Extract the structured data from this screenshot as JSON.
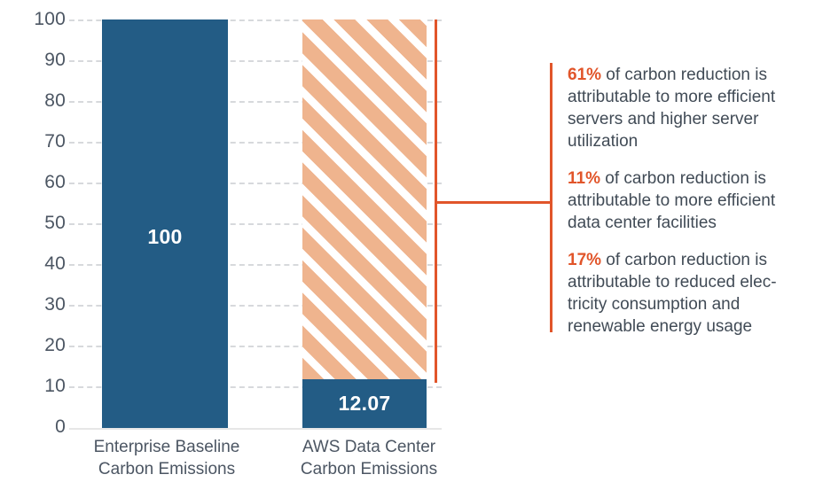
{
  "chart_data": {
    "type": "bar",
    "title": "",
    "subtitle": "",
    "xlabel": "",
    "ylabel": "",
    "ylim": [
      0,
      100
    ],
    "grid": true,
    "legend": "none",
    "categories": [
      "Enterprise Baseline\nCarbon Emissions",
      "AWS Data Center\nCarbon Emissions"
    ],
    "values": [
      100,
      12.07
    ],
    "bars": [
      {
        "category_line1": "Enterprise Baseline",
        "category_line2": "Carbon Emissions",
        "value": 100,
        "value_label": "100",
        "style": "solid",
        "color": "#235c85"
      },
      {
        "category_line1": "AWS Data Center",
        "category_line2": "Carbon Emissions",
        "value": 12.07,
        "value_label": "12.07",
        "style": "solid-with-hatched-reduction",
        "color": "#235c85",
        "reduction_from": 12.07,
        "reduction_to": 100,
        "reduction_value": 87.93,
        "reduction_color": "#efb48e"
      }
    ],
    "yticks": [
      0,
      10,
      20,
      30,
      40,
      50,
      60,
      70,
      80,
      90,
      100
    ],
    "ytick_labels": [
      "0",
      "10",
      "20",
      "30",
      "40",
      "50",
      "60",
      "70",
      "80",
      "90",
      "100"
    ],
    "annotations": [
      {
        "percent": "61%",
        "text": " of carbon reduction is attributable to more efficient servers and higher server utilization"
      },
      {
        "percent": "11%",
        "text": " of carbon reduction is attributable to more efficient data center facilities"
      },
      {
        "percent": "17%",
        "text": " of carbon reduction is attributable to reduced elec-tricity consumption and renewable energy usage"
      }
    ]
  },
  "colors": {
    "bar_solid": "#235c85",
    "hatch": "#efb48e",
    "accent": "#e1552a",
    "text": "#414b56",
    "axis_text": "#4c5663",
    "gridline": "#d7d9dc"
  }
}
